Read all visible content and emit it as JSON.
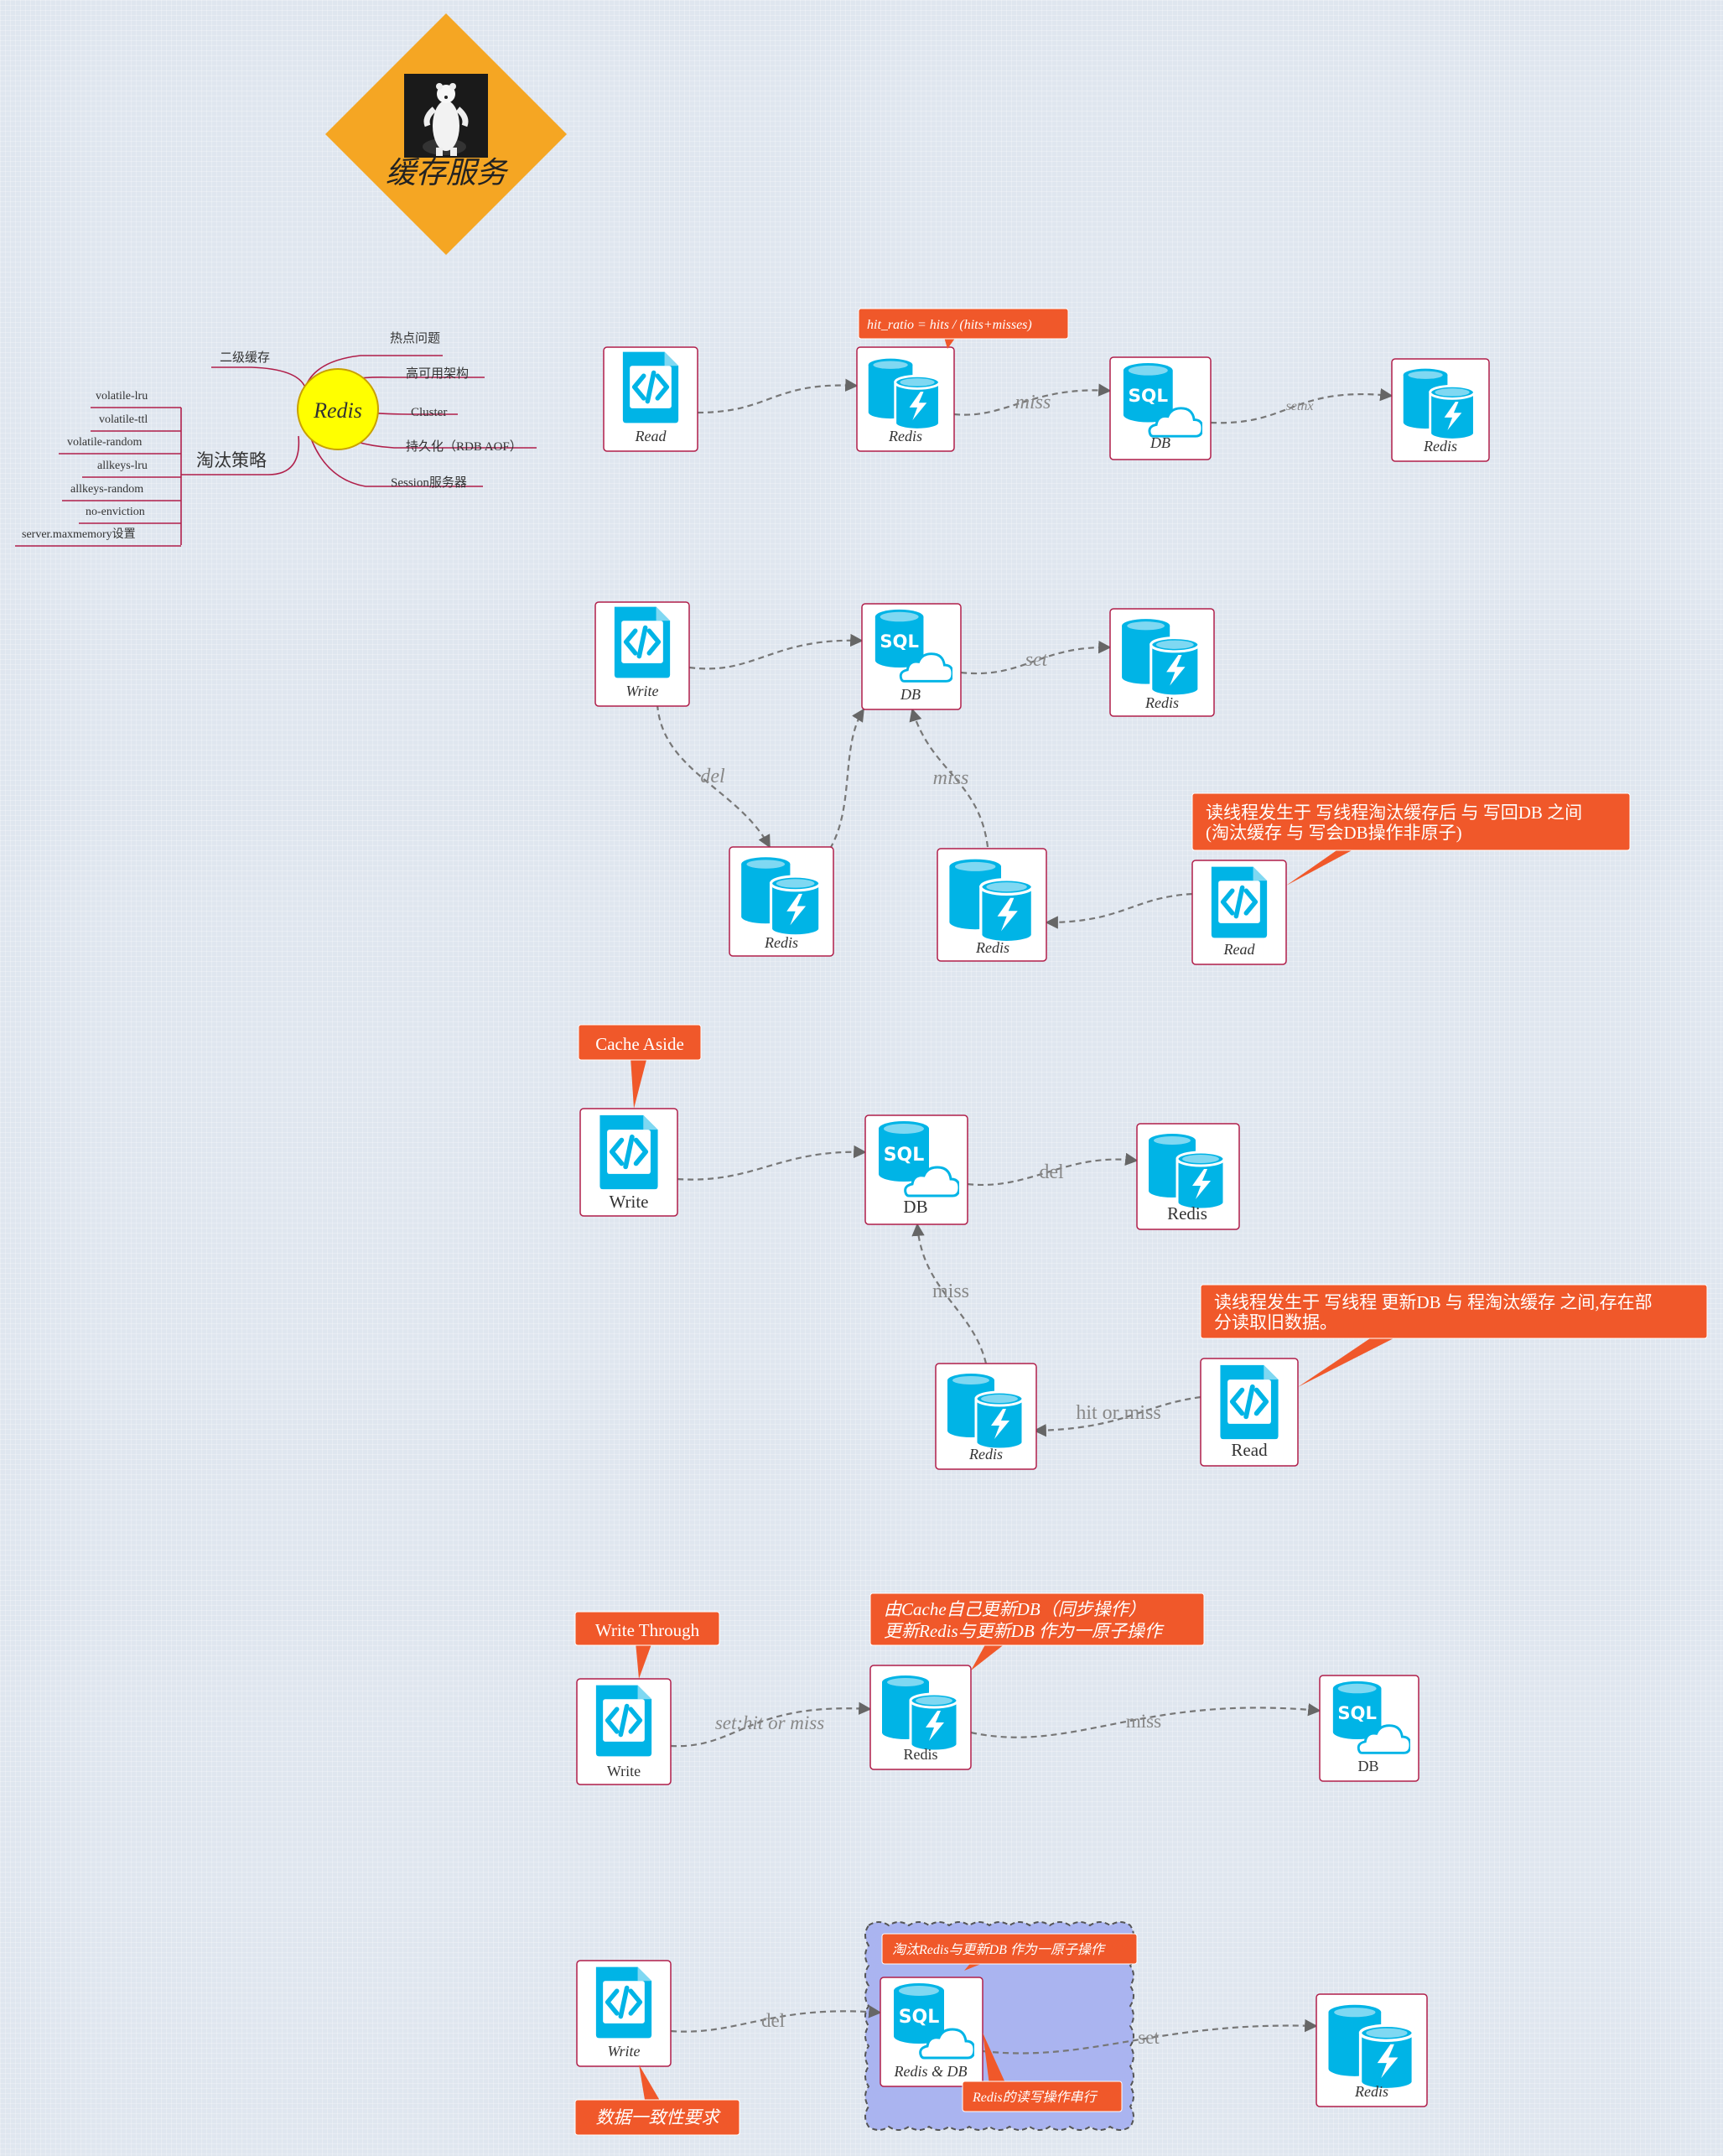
{
  "title": {
    "text": "缓存服务"
  },
  "mindmap": {
    "center": "Redis",
    "right_branches": [
      "热点问题",
      "高可用架构",
      "Cluster",
      "持久化（RDB AOF）",
      "Session服务器"
    ],
    "left_branches": [
      "二级缓存",
      "淘汰策略"
    ],
    "eviction_policies": [
      "volatile-lru",
      "volatile-ttl",
      "volatile-random",
      "allkeys-lru",
      "allkeys-random",
      "no-enviction",
      "server.maxmemory设置"
    ]
  },
  "section1": {
    "read": "Read",
    "redis": "Redis",
    "db": "DB",
    "redis2": "Redis",
    "edge_miss": "miss",
    "edge_setnx": "setnx",
    "callout": "hit_ratio = hits / (hits+misses)"
  },
  "section2": {
    "write": "Write",
    "db": "DB",
    "redis_set": "Redis",
    "redis_del": "Redis",
    "redis_read": "Redis",
    "read": "Read",
    "edge_set": "set",
    "edge_del": "del",
    "edge_miss": "miss",
    "callout_line1": "读线程发生于 写线程淘汰缓存后 与 写回DB 之间",
    "callout_line2": "(淘汰缓存 与 写会DB操作非原子)"
  },
  "section3": {
    "tag": "Cache Aside",
    "write": "Write",
    "db": "DB",
    "redis": "Redis",
    "redis_read": "Redis",
    "read": "Read",
    "edge_del": "del",
    "edge_miss": "miss",
    "edge_hit": "hit or miss",
    "callout_line1": "读线程发生于 写线程 更新DB 与 程淘汰缓存 之间,存在部",
    "callout_line2": "分读取旧数据。"
  },
  "section4": {
    "tag": "Write Through",
    "write": "Write",
    "redis": "Redis",
    "db": "DB",
    "edge_set": "set:hit or miss",
    "edge_miss": "miss",
    "callout_line1": "由Cache自己更新DB（同步操作）",
    "callout_line2": "更新Redis与更新DB 作为一原子操作"
  },
  "section5": {
    "write": "Write",
    "combo": "Redis & DB",
    "redis": "Redis",
    "edge_del": "del",
    "edge_set": "set",
    "group_top": "淘汰Redis与更新DB 作为一原子操作",
    "group_bottom": "Redis的读写操作串行",
    "tag": "数据一致性要求"
  },
  "colors": {
    "accent": "#f0582a",
    "title_bg": "#f5a623",
    "icon": "#00b4e6",
    "center": "#ffff00",
    "group": "#aab4f0"
  }
}
